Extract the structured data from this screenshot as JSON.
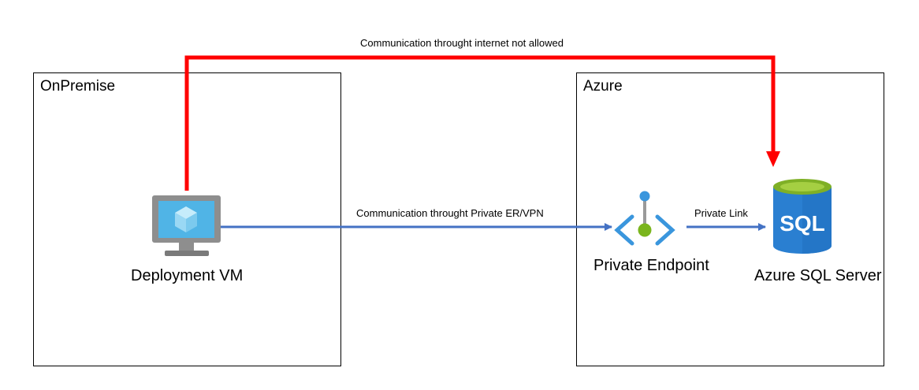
{
  "zones": {
    "onpremise": {
      "title": "OnPremise"
    },
    "azure": {
      "title": "Azure"
    }
  },
  "nodes": {
    "deployment_vm": {
      "label": "Deployment VM",
      "icon": "virtual-machine-icon"
    },
    "private_endpoint": {
      "label": "Private Endpoint",
      "icon": "private-endpoint-icon"
    },
    "sql_server": {
      "label": "Azure SQL Server",
      "icon": "sql-database-icon",
      "icon_text": "SQL"
    }
  },
  "edges": {
    "internet": {
      "label": "Communication throught internet not allowed",
      "color": "#ff0000"
    },
    "private_er": {
      "label": "Communication throught Private ER/VPN",
      "color": "#4472c4"
    },
    "private_link": {
      "label": "Private Link",
      "color": "#4472c4"
    }
  }
}
